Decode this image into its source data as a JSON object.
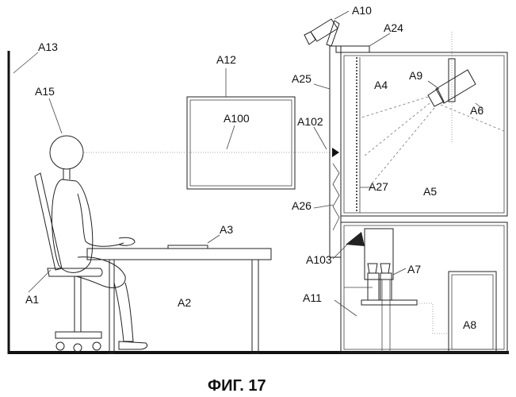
{
  "labels": {
    "a1": "A1",
    "a2": "A2",
    "a3": "A3",
    "a4": "A4",
    "a5": "A5",
    "a6": "A6",
    "a7": "A7",
    "a8": "A8",
    "a9": "A9",
    "a10": "A10",
    "a11": "A11",
    "a12": "A12",
    "a13": "A13",
    "a15": "A15",
    "a24": "A24",
    "a25": "A25",
    "a26": "A26",
    "a27": "A27",
    "a100": "A100",
    "a102": "A102",
    "a103": "A103"
  },
  "caption": "ФИГ. 17"
}
